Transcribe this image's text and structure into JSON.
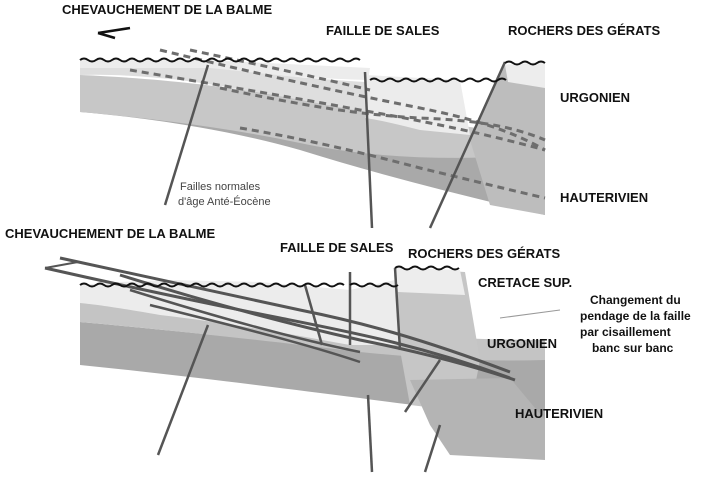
{
  "top_section": {
    "thrust_label": "CHEVAUCHEMENT DE LA BALME",
    "fault_label": "FAILLE DE SALES",
    "rocks_label": "ROCHERS DES GÉRATS",
    "urgonian_label": "URGONIEN",
    "hauterivian_label": "HAUTERIVIEN",
    "normal_faults_line1": "Failles normales",
    "normal_faults_line2": "d'âge Anté-Éocène"
  },
  "bottom_section": {
    "thrust_label": "CHEVAUCHEMENT DE LA BALME",
    "fault_label": "FAILLE DE SALES",
    "rocks_label": "ROCHERS DES GÉRATS",
    "cretaceous_label": "CRETACE SUP.",
    "urgonian_label": "URGONIEN",
    "hauterivian_label": "HAUTERIVIEN",
    "annotation_line1": "Changement du",
    "annotation_line2": "pendage de la faille",
    "annotation_line3": "par cisaillement",
    "annotation_line4": "banc sur banc"
  },
  "colors": {
    "light_layer": "#ececec",
    "mid_layer": "#c8c8c8",
    "dark_layer": "#a8a8a8",
    "fault_line": "#555555",
    "dashed_line": "#6e6e6e"
  }
}
